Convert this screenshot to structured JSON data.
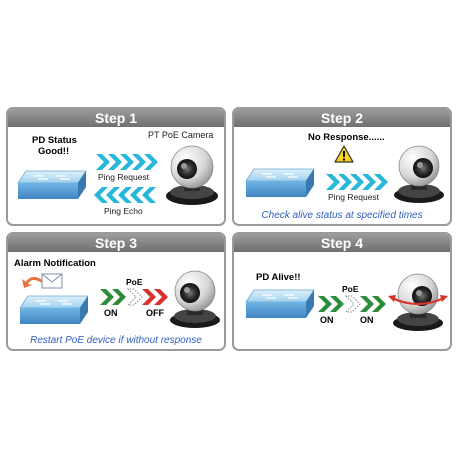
{
  "steps": [
    {
      "title": "Step 1",
      "status": "PD Status",
      "status2": "Good!!",
      "camera": "PT PoE Camera",
      "ping_request": "Ping Request",
      "ping_echo": "Ping Echo"
    },
    {
      "title": "Step 2",
      "status": "No Response......",
      "ping_request": "Ping Request",
      "caption": "Check alive status at specified times"
    },
    {
      "title": "Step 3",
      "status": "Alarm Notification",
      "poe": "PoE",
      "on": "ON",
      "off": "OFF",
      "caption": "Restart PoE device if without response"
    },
    {
      "title": "Step 4",
      "status": "PD Alive!!",
      "poe": "PoE",
      "on": "ON",
      "on2": "ON"
    }
  ],
  "colors": {
    "cyan_arrow": "#27b7d8",
    "green_arrow": "#2e8b3a",
    "red_arrow": "#d8342b",
    "switch": "#5da3d8",
    "caption": "#2f5fbf"
  }
}
